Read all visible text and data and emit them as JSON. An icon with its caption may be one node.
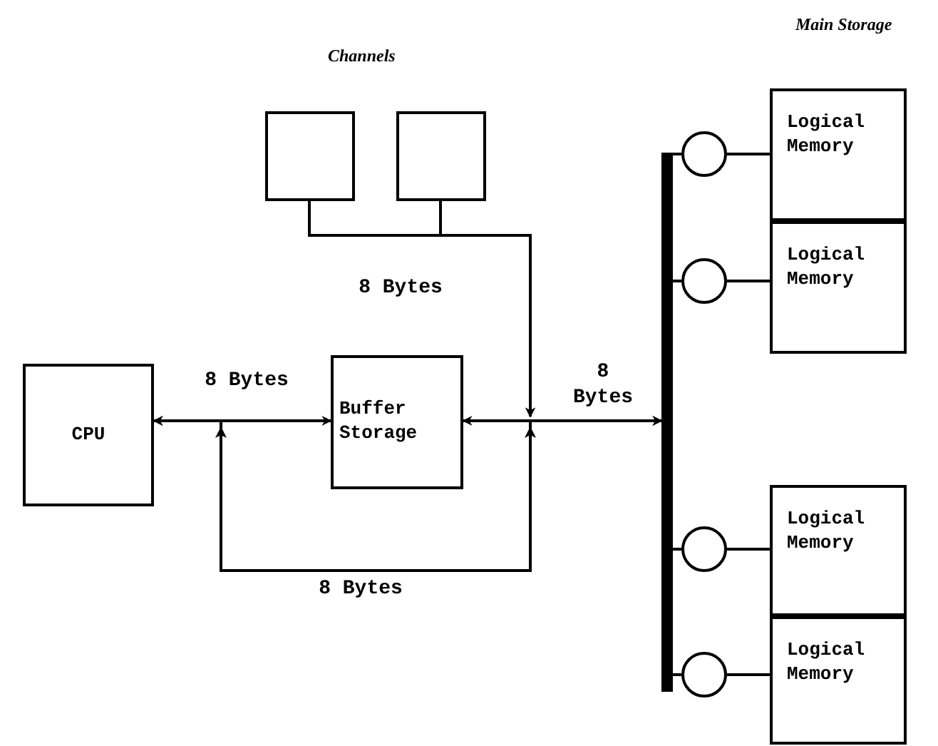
{
  "diagram": {
    "nodes": [
      {
        "text": [
          "CPU"
        ]
      },
      {
        "text": [
          "Buffer Storage"
        ]
      },
      {
        "text": [],
        "shape": "box"
      },
      {
        "text": [],
        "shape": "box"
      },
      {
        "text": [],
        "shape": "bar"
      },
      {
        "text": [],
        "shape": "circle"
      },
      {
        "text": [],
        "shape": "circle"
      },
      {
        "text": [],
        "shape": "circle"
      },
      {
        "text": [],
        "shape": "circle"
      },
      {
        "text": [
          "Logical Memory"
        ]
      },
      {
        "text": [
          "Logical Memory"
        ]
      },
      {
        "text": [
          "Logical Memory"
        ]
      },
      {
        "text": [
          "Logical Memory"
        ]
      }
    ],
    "edges": [
      {
        "from": 0,
        "to": 1,
        "arrow": "both",
        "label": "8 Bytes"
      },
      {
        "from": 1,
        "to": 4,
        "arrow": "both",
        "label": "8 Bytes"
      },
      {
        "from": 2,
        "to": null,
        "arrow": "to",
        "label": "8 Bytes"
      },
      {
        "from": 3,
        "to": null,
        "arrow": "to"
      },
      {
        "from": 0,
        "to": 4,
        "arrow": "both",
        "label": "8 Bytes"
      },
      {
        "from": 4,
        "to": 5,
        "arrow": "none"
      },
      {
        "from": 4,
        "to": 6,
        "arrow": "none"
      },
      {
        "from": 4,
        "to": 7,
        "arrow": "none"
      },
      {
        "from": 4,
        "to": 8,
        "arrow": "none"
      },
      {
        "from": 5,
        "to": 9,
        "arrow": "none"
      },
      {
        "from": 6,
        "to": 10,
        "arrow": "none"
      },
      {
        "from": 7,
        "to": 11,
        "arrow": "none"
      },
      {
        "from": 8,
        "to": 12,
        "arrow": "none"
      }
    ],
    "labels": [
      "Main Storage",
      "Channels"
    ]
  }
}
